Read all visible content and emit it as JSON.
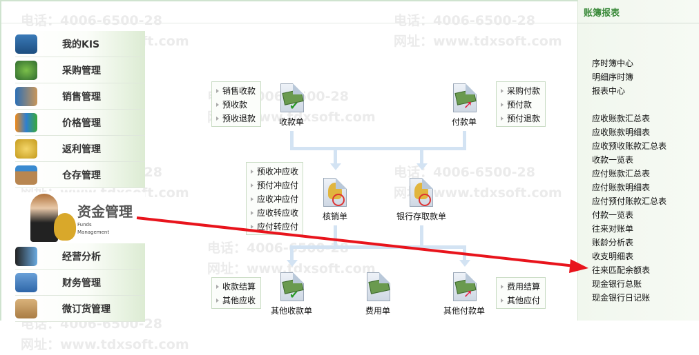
{
  "watermark": {
    "phone": "电话：4006-6500-28",
    "site": "网址：www.tdxsoft.com"
  },
  "sidebar": {
    "items": [
      "我的KIS",
      "采购管理",
      "销售管理",
      "价格管理",
      "返利管理",
      "仓存管理"
    ],
    "active": {
      "label": "资金管理",
      "sub1": "Funds",
      "sub2": "Management"
    },
    "items2": [
      "经营分析",
      "财务管理",
      "微订货管理"
    ]
  },
  "flow": {
    "box_receive": [
      "销售收款",
      "预收款",
      "预收退款"
    ],
    "box_pay": [
      "采购付款",
      "预付款",
      "预付退款"
    ],
    "box_writeoff": [
      "预收冲应收",
      "预付冲应付",
      "应收冲应付",
      "应收转应收",
      "应付转应付"
    ],
    "box_other_receive": [
      "收款结算",
      "其他应收"
    ],
    "box_other_pay": [
      "费用结算",
      "其他应付"
    ],
    "docs": {
      "receipt": "收款单",
      "payment": "付款单",
      "writeoff": "核销单",
      "bank": "银行存取款单",
      "other_receipt": "其他收款单",
      "expense": "费用单",
      "other_payment": "其他付款单"
    }
  },
  "reports": {
    "title": "账簿报表",
    "group1": [
      "序时簿中心",
      "明细序时簿",
      "报表中心"
    ],
    "group2": [
      "应收账款汇总表",
      "应收账款明细表",
      "应收预收账款汇总表",
      "收款一览表",
      "应付账款汇总表",
      "应付账款明细表",
      "应付预付账款汇总表",
      "付款一览表",
      "往来对账单",
      "账龄分析表",
      "收支明细表",
      "往来匹配余额表",
      "现金银行总账",
      "现金银行日记账"
    ]
  },
  "colors": {
    "accent": "#3a8a3a",
    "arrow": "#e8141c",
    "connector": "#d3e3f3"
  }
}
